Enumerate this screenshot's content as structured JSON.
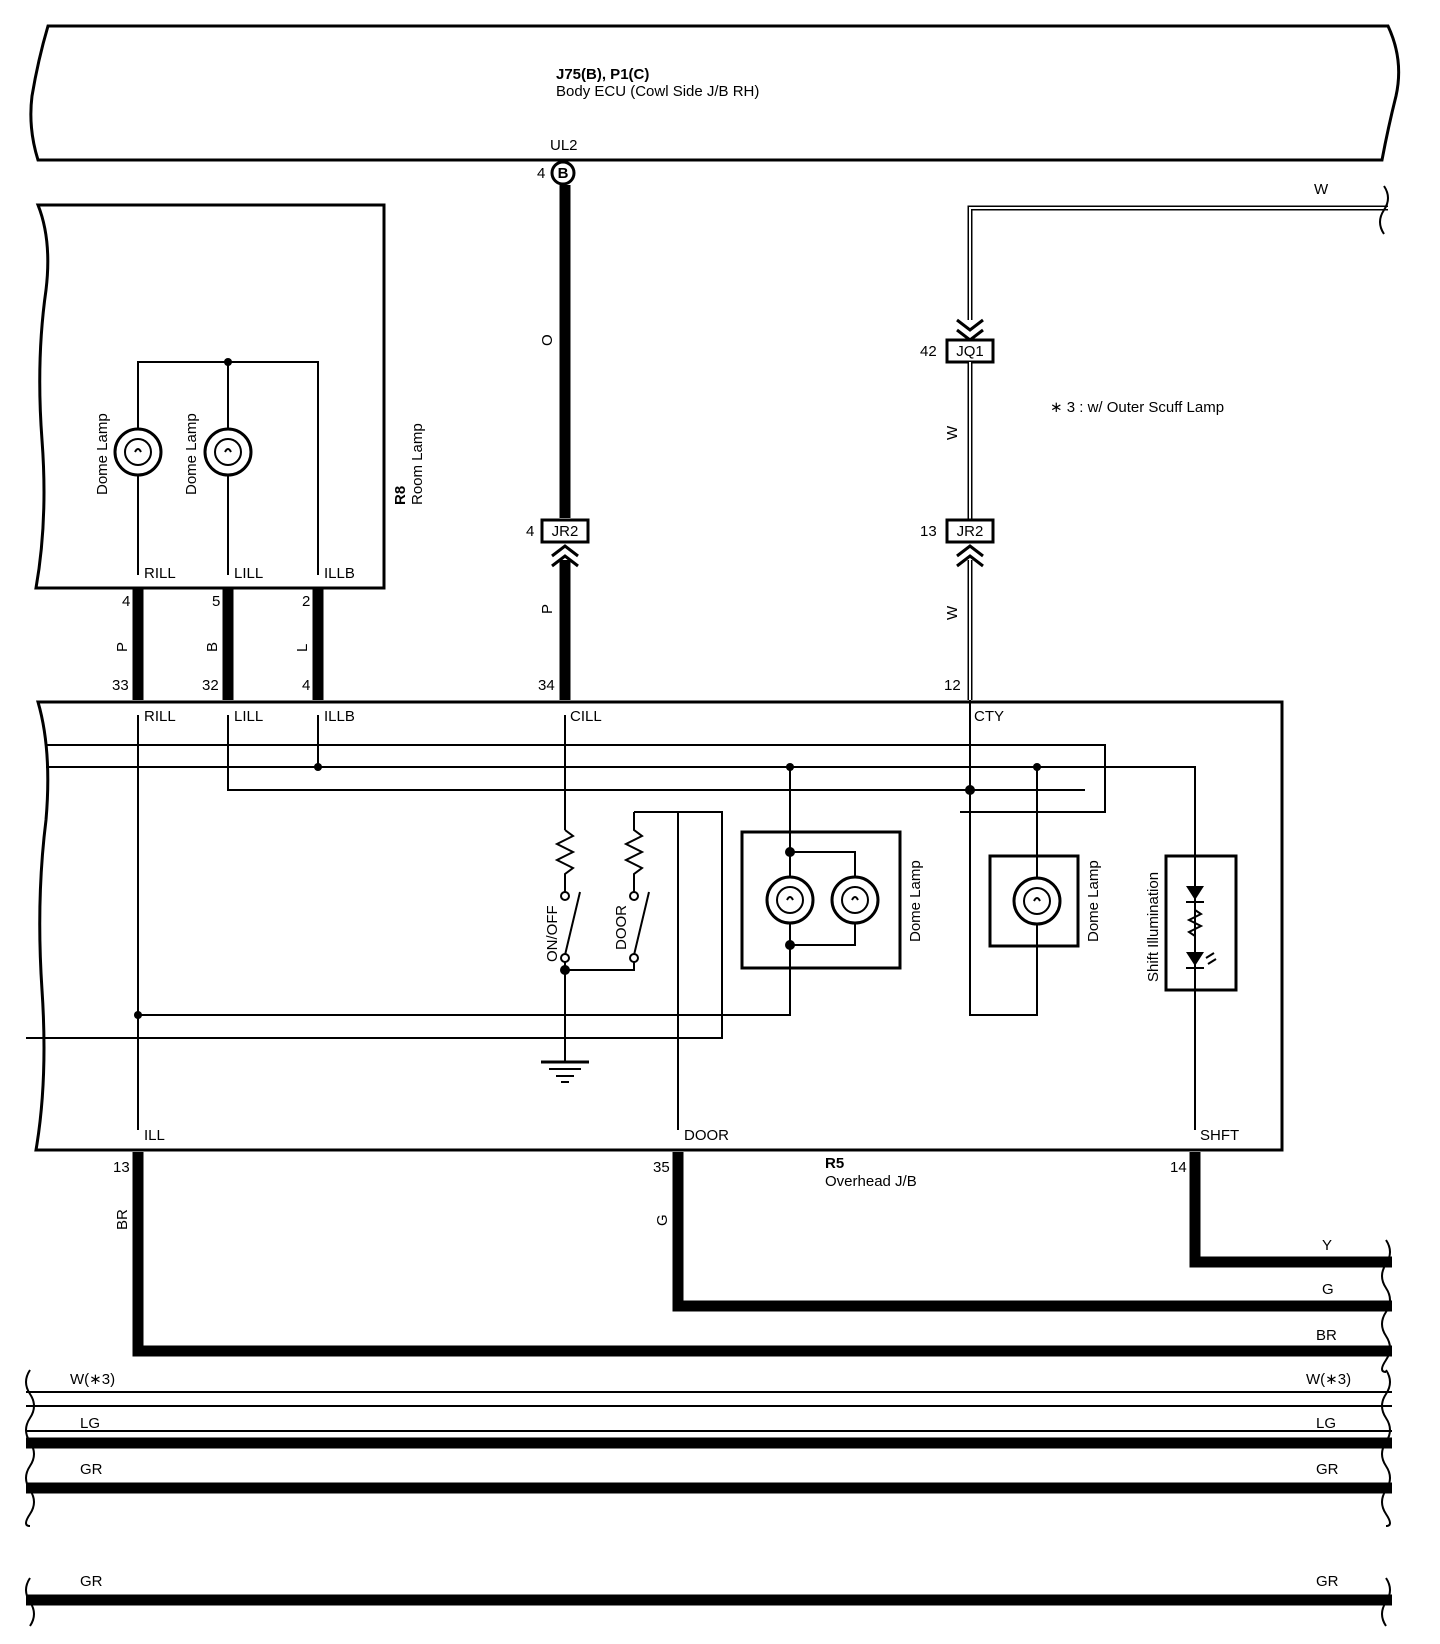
{
  "body_ecu": {
    "connector": "J75(B), P1(C)",
    "name": "Body ECU (Cowl Side J/B RH)",
    "terminal_name": "UL2",
    "pin": "4",
    "pin_connector": "B"
  },
  "room_lamp": {
    "id": "R8",
    "name": "Room Lamp",
    "lamp1_label": "Dome Lamp",
    "lamp2_label": "Dome Lamp",
    "terminals": [
      "RILL",
      "LILL",
      "ILLB"
    ]
  },
  "overhead_jb": {
    "id": "R5",
    "name": "Overhead J/B",
    "top_terminals": [
      "RILL",
      "LILL",
      "ILLB",
      "CILL",
      "CTY"
    ],
    "bottom_terminals": [
      "ILL",
      "DOOR",
      "SHFT"
    ],
    "switch1": "ON/OFF",
    "switch2": "DOOR",
    "lamp_pair_label": "Dome Lamp",
    "lamp_single_label": "Dome Lamp",
    "shift_label": "Shift Illumination"
  },
  "pins": {
    "r8_rill": "4",
    "r8_lill": "5",
    "r8_illb": "2",
    "r5_rill": "33",
    "r5_lill": "32",
    "r5_illb": "4",
    "r5_cill": "34",
    "r5_cty": "12",
    "jr2_left": "4",
    "jr2_right": "13",
    "jq1": "42",
    "r5_ill": "13",
    "r5_door": "35",
    "r5_shft": "14"
  },
  "connectors": {
    "jr2": "JR2",
    "jq1": "JQ1"
  },
  "wires": {
    "rill": "P",
    "lill": "B",
    "illb": "L",
    "ul2": "O",
    "cill": "P",
    "cty_top": "W",
    "cty_bottom": "W",
    "w_out": "W",
    "ill": "BR",
    "door": "G",
    "right_y": "Y",
    "right_g": "G",
    "right_br": "BR"
  },
  "note": "∗ 3 : w/ Outer Scuff Lamp",
  "buses": [
    {
      "left": "W(∗3)",
      "right": "W(∗3)"
    },
    {
      "left": "LG",
      "right": "LG"
    },
    {
      "left": "GR",
      "right": "GR"
    },
    {
      "left": "GR",
      "right": "GR"
    }
  ]
}
